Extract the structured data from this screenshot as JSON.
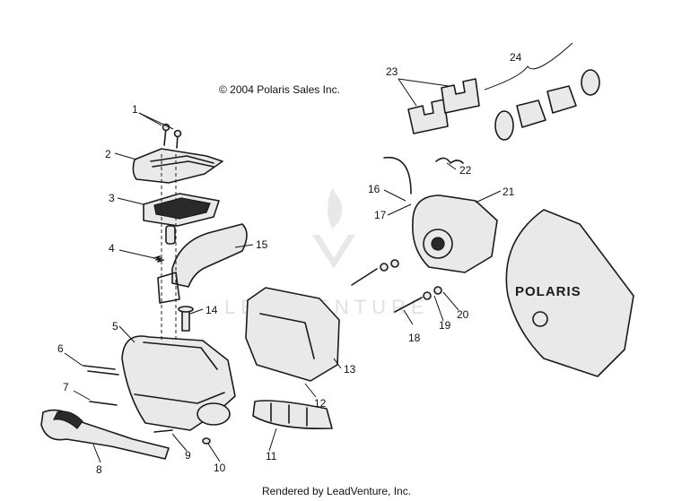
{
  "copyright": "© 2004 Polaris Sales Inc.",
  "footer": "Rendered by LeadVenture, Inc.",
  "watermark": "LEADVENTURE",
  "cover_logo": "POLARIS",
  "callouts": [
    "1",
    "2",
    "3",
    "4",
    "5",
    "6",
    "7",
    "8",
    "9",
    "10",
    "11",
    "12",
    "13",
    "14",
    "15",
    "16",
    "17",
    "18",
    "19",
    "20",
    "21",
    "22",
    "23",
    "24"
  ]
}
